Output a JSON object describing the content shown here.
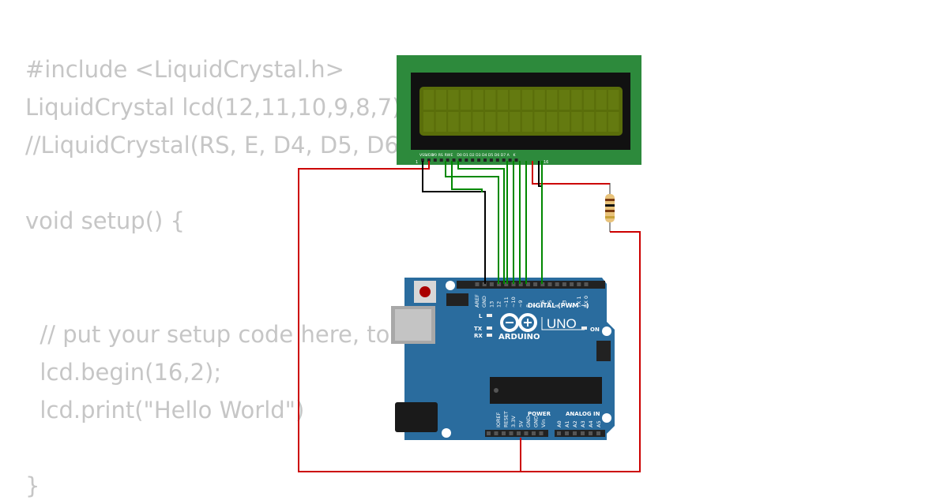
{
  "code": {
    "lines": [
      "#include <LiquidCrystal.h>",
      "LiquidCrystal lcd(12,11,10,9,8,7);",
      "//LiquidCrystal(RS, E, D4, D5, D6, D7);",
      "",
      "void setup() {",
      "",
      "",
      "  // put your setup code here, to run once:",
      "  lcd.begin(16,2);",
      "  lcd.print(\"Hello World\")",
      "",
      "}"
    ]
  },
  "lcd": {
    "pin_labels": [
      "VSS",
      "VDD",
      "V0",
      "RS",
      "RW",
      "E",
      "D0",
      "D1",
      "D2",
      "D3",
      "D4",
      "D5",
      "D6",
      "D7",
      "A",
      "K"
    ],
    "pin_first": "1",
    "pin_last": "16",
    "board_color": "#2d8a3c",
    "screen_color": "#5a6e0a"
  },
  "arduino": {
    "board_color": "#2a6c9e",
    "digital_header_label": "DIGITAL (PWM ~)",
    "digital_pins": [
      "AREF",
      "GND",
      "13",
      "12",
      "~11",
      "~10",
      "~9",
      "8",
      "7",
      "~6",
      "~5",
      "4",
      "~3",
      "2",
      "TX 1",
      "RX 0"
    ],
    "brand": "ARDUINO",
    "model": "UNO",
    "on_label": "ON",
    "l_label": "L",
    "tx_label": "TX",
    "rx_label": "RX",
    "power_label": "POWER",
    "analog_label": "ANALOG IN",
    "power_pins": [
      "IOREF",
      "RESET",
      "3.3V",
      "5V",
      "GND",
      "GND",
      "Vin"
    ],
    "analog_pins": [
      "A0",
      "A1",
      "A2",
      "A3",
      "A4",
      "A5"
    ]
  },
  "wire_colors": {
    "power": "#cc0000",
    "ground": "#000000",
    "signal": "#008800"
  }
}
